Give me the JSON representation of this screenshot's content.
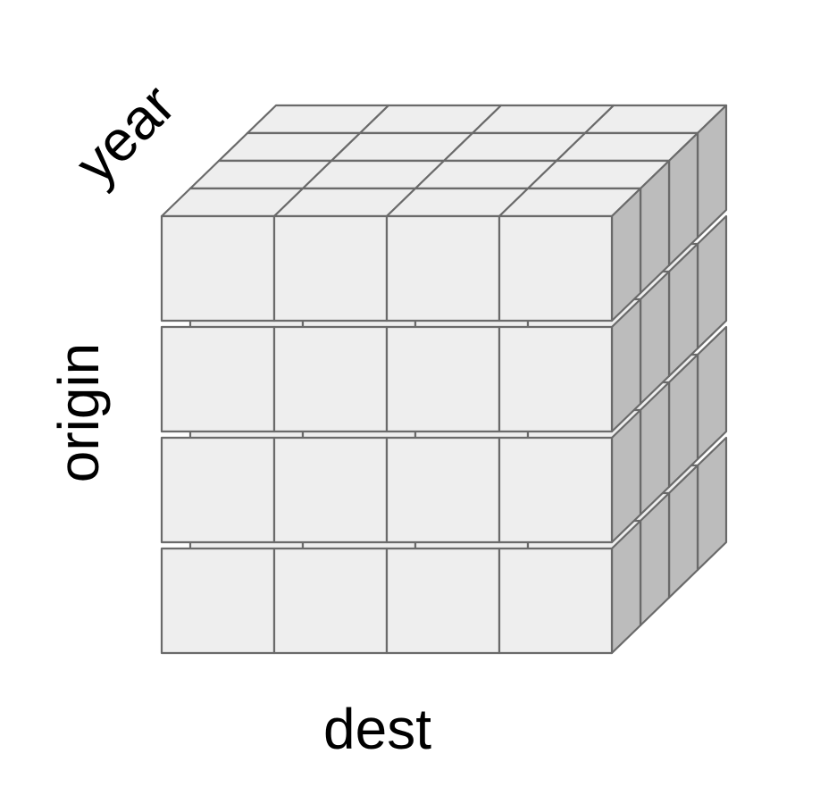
{
  "diagram": {
    "axes": {
      "x_label": "dest",
      "y_label": "origin",
      "z_label": "year"
    },
    "grid": {
      "dest_cells": 4,
      "origin_cells": 4,
      "year_cells": 4
    },
    "colors": {
      "front_face": "#eeeeee",
      "top_face": "#eeeeee",
      "side_face": "#bcbcbc",
      "edge": "#6a6a6a"
    }
  }
}
